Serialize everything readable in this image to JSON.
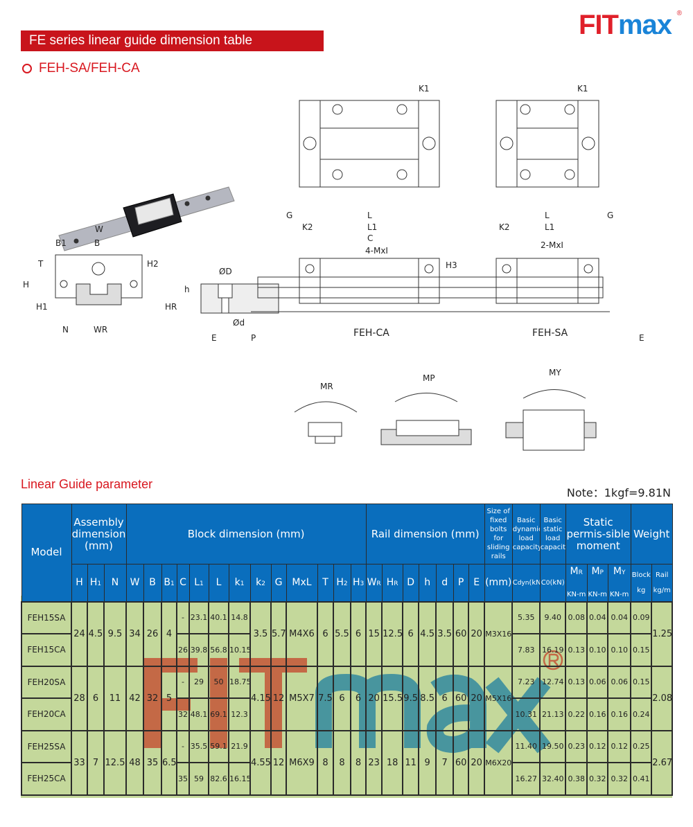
{
  "header": {
    "banner": "FE series linear guide dimension table",
    "subtitle": "FEH-SA/FEH-CA",
    "logo_fit": "FIT",
    "logo_max": "max",
    "logo_reg": "®"
  },
  "diagram_labels": {
    "k1": "K1",
    "k1b": "K1",
    "W": "W",
    "B1": "B1",
    "B": "B",
    "T": "T",
    "H2": "H2",
    "H": "H",
    "H1": "H1",
    "N": "N",
    "WR": "WR",
    "G": "G",
    "K2": "K2",
    "L": "L",
    "L1": "L1",
    "C": "C",
    "M4": "4-MxI",
    "H3": "H3",
    "OD": "ØD",
    "h": "h",
    "HR": "HR",
    "Od": "Ød",
    "E": "E",
    "P": "P",
    "feh_ca": "FEH-CA",
    "feh_sa": "FEH-SA",
    "Lb": "L",
    "L1b": "L1",
    "K2b": "K2",
    "Gb": "G",
    "M2": "2-MxI",
    "Eb": "E",
    "MR": "MR",
    "MP": "MP",
    "MY": "MY"
  },
  "section2": {
    "title": "Linear Guide parameter",
    "note": "Note：1kgf=9.81N"
  },
  "table": {
    "groups": {
      "model": "Model",
      "assembly": "Assembly dimension (mm)",
      "block": "Block dimension (mm)",
      "rail": "Rail dimension (mm)",
      "bolts": "Size of fixed bolts for sliding rails",
      "dyn": "Basic dynamic load capacity",
      "stat": "Basic static load capacity",
      "moment": "Static permis-sible moment",
      "weight": "Weight"
    },
    "cols": [
      [
        "H",
        ""
      ],
      [
        "H",
        "1"
      ],
      [
        "N",
        ""
      ],
      [
        "W",
        ""
      ],
      [
        "B",
        ""
      ],
      [
        "B",
        "1"
      ],
      [
        "C",
        ""
      ],
      [
        "L",
        "1"
      ],
      [
        "L",
        ""
      ],
      [
        "k",
        "1"
      ],
      [
        "k",
        "2"
      ],
      [
        "G",
        ""
      ],
      [
        "MxL",
        ""
      ],
      [
        "T",
        ""
      ],
      [
        "H",
        "2"
      ],
      [
        "H",
        "3"
      ],
      [
        "W",
        "R"
      ],
      [
        "H",
        "R"
      ],
      [
        "D",
        ""
      ],
      [
        "h",
        ""
      ],
      [
        "d",
        ""
      ],
      [
        "P",
        ""
      ],
      [
        "E",
        ""
      ],
      [
        "(mm)",
        ""
      ],
      [
        "C",
        "dyn",
        "(kN)"
      ],
      [
        "C",
        "0",
        "(kN)"
      ]
    ],
    "moment_cols": [
      [
        "M",
        "R",
        "KN-m"
      ],
      [
        "M",
        "P",
        "KN-m"
      ],
      [
        "M",
        "Y",
        "KN-m"
      ]
    ],
    "weight_cols": [
      [
        "Block",
        "kg"
      ],
      [
        "Rail",
        "kg/m"
      ]
    ],
    "groups_data": [
      {
        "shared": {
          "H": "24",
          "H1": "4.5",
          "N": "9.5",
          "W": "34",
          "B": "26",
          "B1": "4",
          "k2": "3.5",
          "G": "5.7",
          "MxL": "M4X6",
          "T": "6",
          "H2": "5.5",
          "H3": "6",
          "WR": "15",
          "HR": "12.5",
          "D": "6",
          "h": "4.5",
          "d": "3.5",
          "P": "60",
          "E": "20",
          "bolt": "M3X16",
          "rail": "1.25"
        },
        "blocks": [
          {
            "model": "FEH15SA",
            "C": "-",
            "L1": "23.1",
            "L": "40.1",
            "k1": "14.8",
            "cdyn": "5.35",
            "c0": "9.40",
            "mr": "0.08",
            "mp": "0.04",
            "my": "0.04",
            "block": "0.09"
          },
          {
            "model": "FEH15CA",
            "C": "26",
            "L1": "39.8",
            "L": "56.8",
            "k1": "10.15",
            "cdyn": "7.83",
            "c0": "16.19",
            "mr": "0.13",
            "mp": "0.10",
            "my": "0.10",
            "block": "0.15"
          }
        ]
      },
      {
        "shared": {
          "H": "28",
          "H1": "6",
          "N": "11",
          "W": "42",
          "B": "32",
          "B1": "5",
          "k2": "4.15",
          "G": "12",
          "MxL": "M5X7",
          "T": "7.5",
          "H2": "6",
          "H3": "6",
          "WR": "20",
          "HR": "15.5",
          "D": "9.5",
          "h": "8.5",
          "d": "6",
          "P": "60",
          "E": "20",
          "bolt": "M5X16",
          "rail": "2.08"
        },
        "blocks": [
          {
            "model": "FEH20SA",
            "C": "-",
            "L1": "29",
            "L": "50",
            "k1": "18.75",
            "cdyn": "7.23",
            "c0": "12.74",
            "mr": "0.13",
            "mp": "0.06",
            "my": "0.06",
            "block": "0.15"
          },
          {
            "model": "FEH20CA",
            "C": "32",
            "L1": "48.1",
            "L": "69.1",
            "k1": "12.3",
            "cdyn": "10.31",
            "c0": "21.13",
            "mr": "0.22",
            "mp": "0.16",
            "my": "0.16",
            "block": "0.24"
          }
        ]
      },
      {
        "shared": {
          "H": "33",
          "H1": "7",
          "N": "12.5",
          "W": "48",
          "B": "35",
          "B1": "6.5",
          "k2": "4.55",
          "G": "12",
          "MxL": "M6X9",
          "T": "8",
          "H2": "8",
          "H3": "8",
          "WR": "23",
          "HR": "18",
          "D": "11",
          "h": "9",
          "d": "7",
          "P": "60",
          "E": "20",
          "bolt": "M6X20",
          "rail": "2.67"
        },
        "blocks": [
          {
            "model": "FEH25SA",
            "C": "-",
            "L1": "35.5",
            "L": "59.1",
            "k1": "21.9",
            "cdyn": "11.40",
            "c0": "19.50",
            "mr": "0.23",
            "mp": "0.12",
            "my": "0.12",
            "block": "0.25"
          },
          {
            "model": "FEH25CA",
            "C": "35",
            "L1": "59",
            "L": "82.6",
            "k1": "16.15",
            "cdyn": "16.27",
            "c0": "32.40",
            "mr": "0.38",
            "mp": "0.32",
            "my": "0.32",
            "block": "0.41"
          }
        ]
      }
    ]
  },
  "watermark": {
    "fit": "FIT",
    "max": "max",
    "reg": "®"
  },
  "colors": {
    "red": "#c8141b",
    "header_blue": "#0a6ebd",
    "cell_green": "#c4d89b"
  }
}
